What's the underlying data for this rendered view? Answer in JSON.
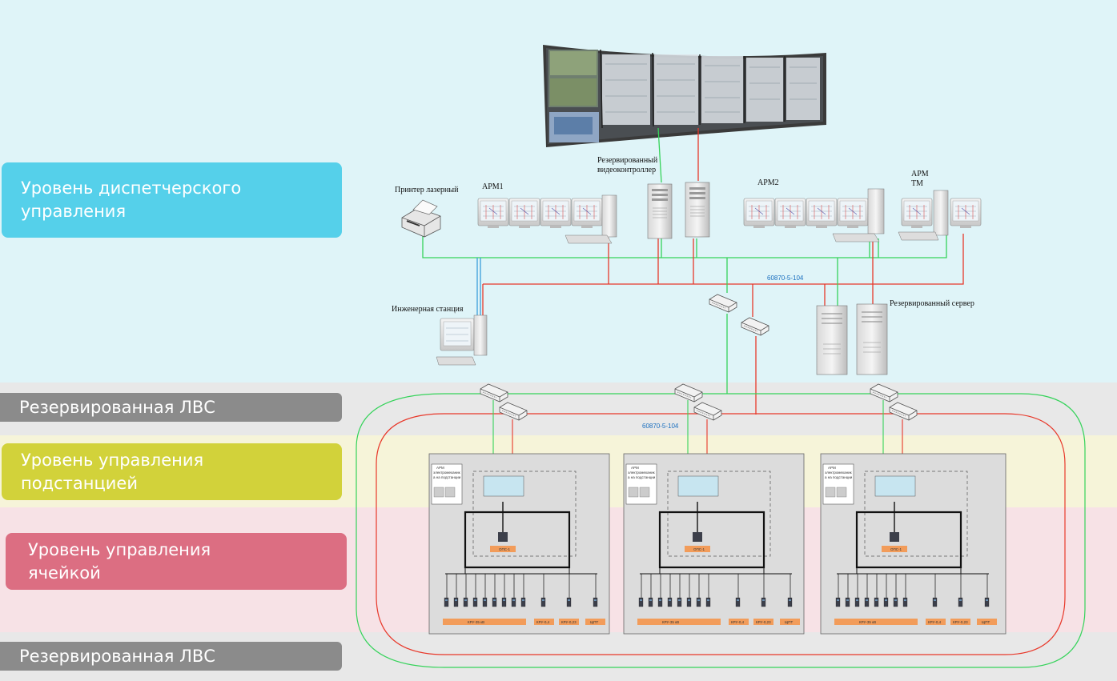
{
  "levels": {
    "dispatch": "Уровень диспетчерского управления",
    "lan_top": "Резервированная ЛВС",
    "substation": "Уровень управления подстанцией",
    "cell": "Уровень управления ячейкой",
    "lan_bottom": "Резервированная ЛВС"
  },
  "devices": {
    "printer": "Принтер лазерный",
    "arm1": "АРМ1",
    "videocontroller_line1": "Резервированный",
    "videocontroller_line2": "видеоконтроллер",
    "arm2": "АРМ2",
    "armtm_line1": "АРМ",
    "armtm_line2": "ТМ",
    "engineering": "Инженерная станция",
    "server": "Резервированный сервер"
  },
  "protocols": {
    "top": "60870-5-104",
    "ring": "60870-5-104"
  },
  "substations": [
    {
      "arm_line1": "АРМ",
      "arm_line2": "электромеханик",
      "arm_line3": "а на подстанции",
      "ops": "ОПС-1",
      "labels": [
        "КРУ-35 кВ",
        "КРУ-0,4",
        "КРУ-0,23",
        "ЩПТ"
      ]
    },
    {
      "arm_line1": "АРМ",
      "arm_line2": "электромеханик",
      "arm_line3": "а на подстанции",
      "ops": "ОПС-1",
      "labels": [
        "КРУ-35 кВ",
        "КРУ-0,4",
        "КРУ-0,23",
        "ЩПТ"
      ]
    },
    {
      "arm_line1": "АРМ",
      "arm_line2": "электромеханик",
      "arm_line3": "а на подстанции",
      "ops": "ОПС-1",
      "labels": [
        "КРУ-35 кВ",
        "КРУ-0,4",
        "КРУ-0,23",
        "ЩПТ"
      ]
    }
  ],
  "colors": {
    "dispatch_bg": "#dff4f8",
    "lan_bg": "#e8e8e8",
    "substation_bg": "#f6f4d9",
    "cell_bg": "#f7e2e6",
    "dispatch_label": "#55d0ea",
    "lan_label": "#8b8b8b",
    "substation_label": "#d2d23a",
    "cell_label": "#dc6e82",
    "line_green": "#35d35a",
    "line_red": "#e8382a",
    "line_blue": "#3b9ddb"
  }
}
